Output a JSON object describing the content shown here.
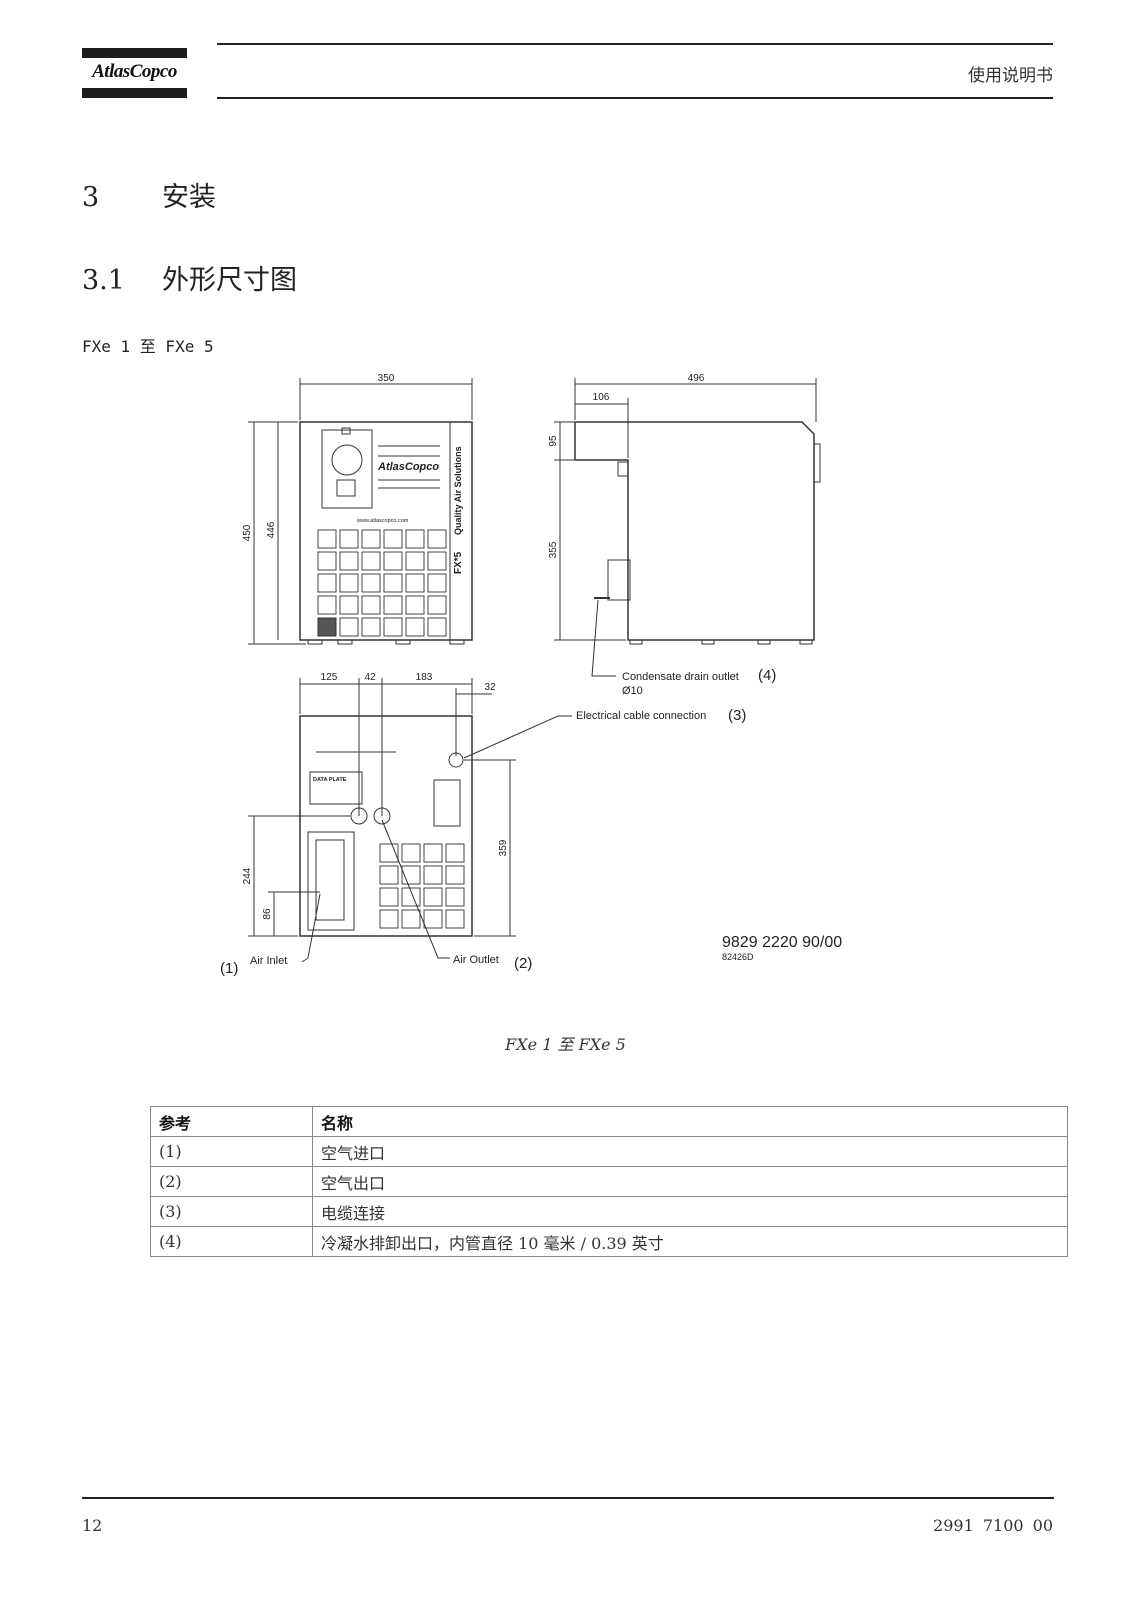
{
  "header": {
    "logo_text": "AtlasCopco",
    "title": "使用说明书"
  },
  "section": {
    "number": "3",
    "title": "安装"
  },
  "subsection": {
    "number": "3.1",
    "title": "外形尺寸图"
  },
  "model_range": "FXe 1 至 FXe 5",
  "figure": {
    "caption": "FXe 1 至 FXe 5",
    "dimensions": {
      "front_width": "350",
      "front_height": "450",
      "front_inner_height": "446",
      "side_depth": "496",
      "side_offset": "106",
      "side_top": "95",
      "side_height": "355",
      "rear_d1": "125",
      "rear_d2": "42",
      "rear_d3": "183",
      "rear_d4": "32",
      "rear_height": "359",
      "rear_inlet_h": "244",
      "rear_low_h": "86"
    },
    "callouts": {
      "drain": "Condensate drain outlet",
      "drain_num": "(4)",
      "drain_dia": "Ø10",
      "cable": "Electrical cable connection",
      "cable_num": "(3)",
      "inlet_num": "(1)",
      "inlet": "Air Inlet",
      "outlet": "Air Outlet",
      "outlet_num": "(2)"
    },
    "panel_texts": {
      "brand": "AtlasCopco",
      "url": "www.atlascopco.com",
      "model": "FX*5",
      "slogan": "Quality Air Solutions",
      "data_plate": "DATA PLATE"
    },
    "drawing_number": "9829 2220 90/00",
    "drawing_code": "82426D"
  },
  "table": {
    "headers": [
      "参考",
      "名称"
    ],
    "rows": [
      [
        "(1)",
        "空气进口"
      ],
      [
        "(2)",
        "空气出口"
      ],
      [
        "(3)",
        "电缆连接"
      ],
      [
        "(4)",
        "冷凝水排卸出口，内管直径 10 毫米 / 0.39 英寸"
      ]
    ]
  },
  "footer": {
    "page": "12",
    "doc_number": "2991 7100 00"
  }
}
